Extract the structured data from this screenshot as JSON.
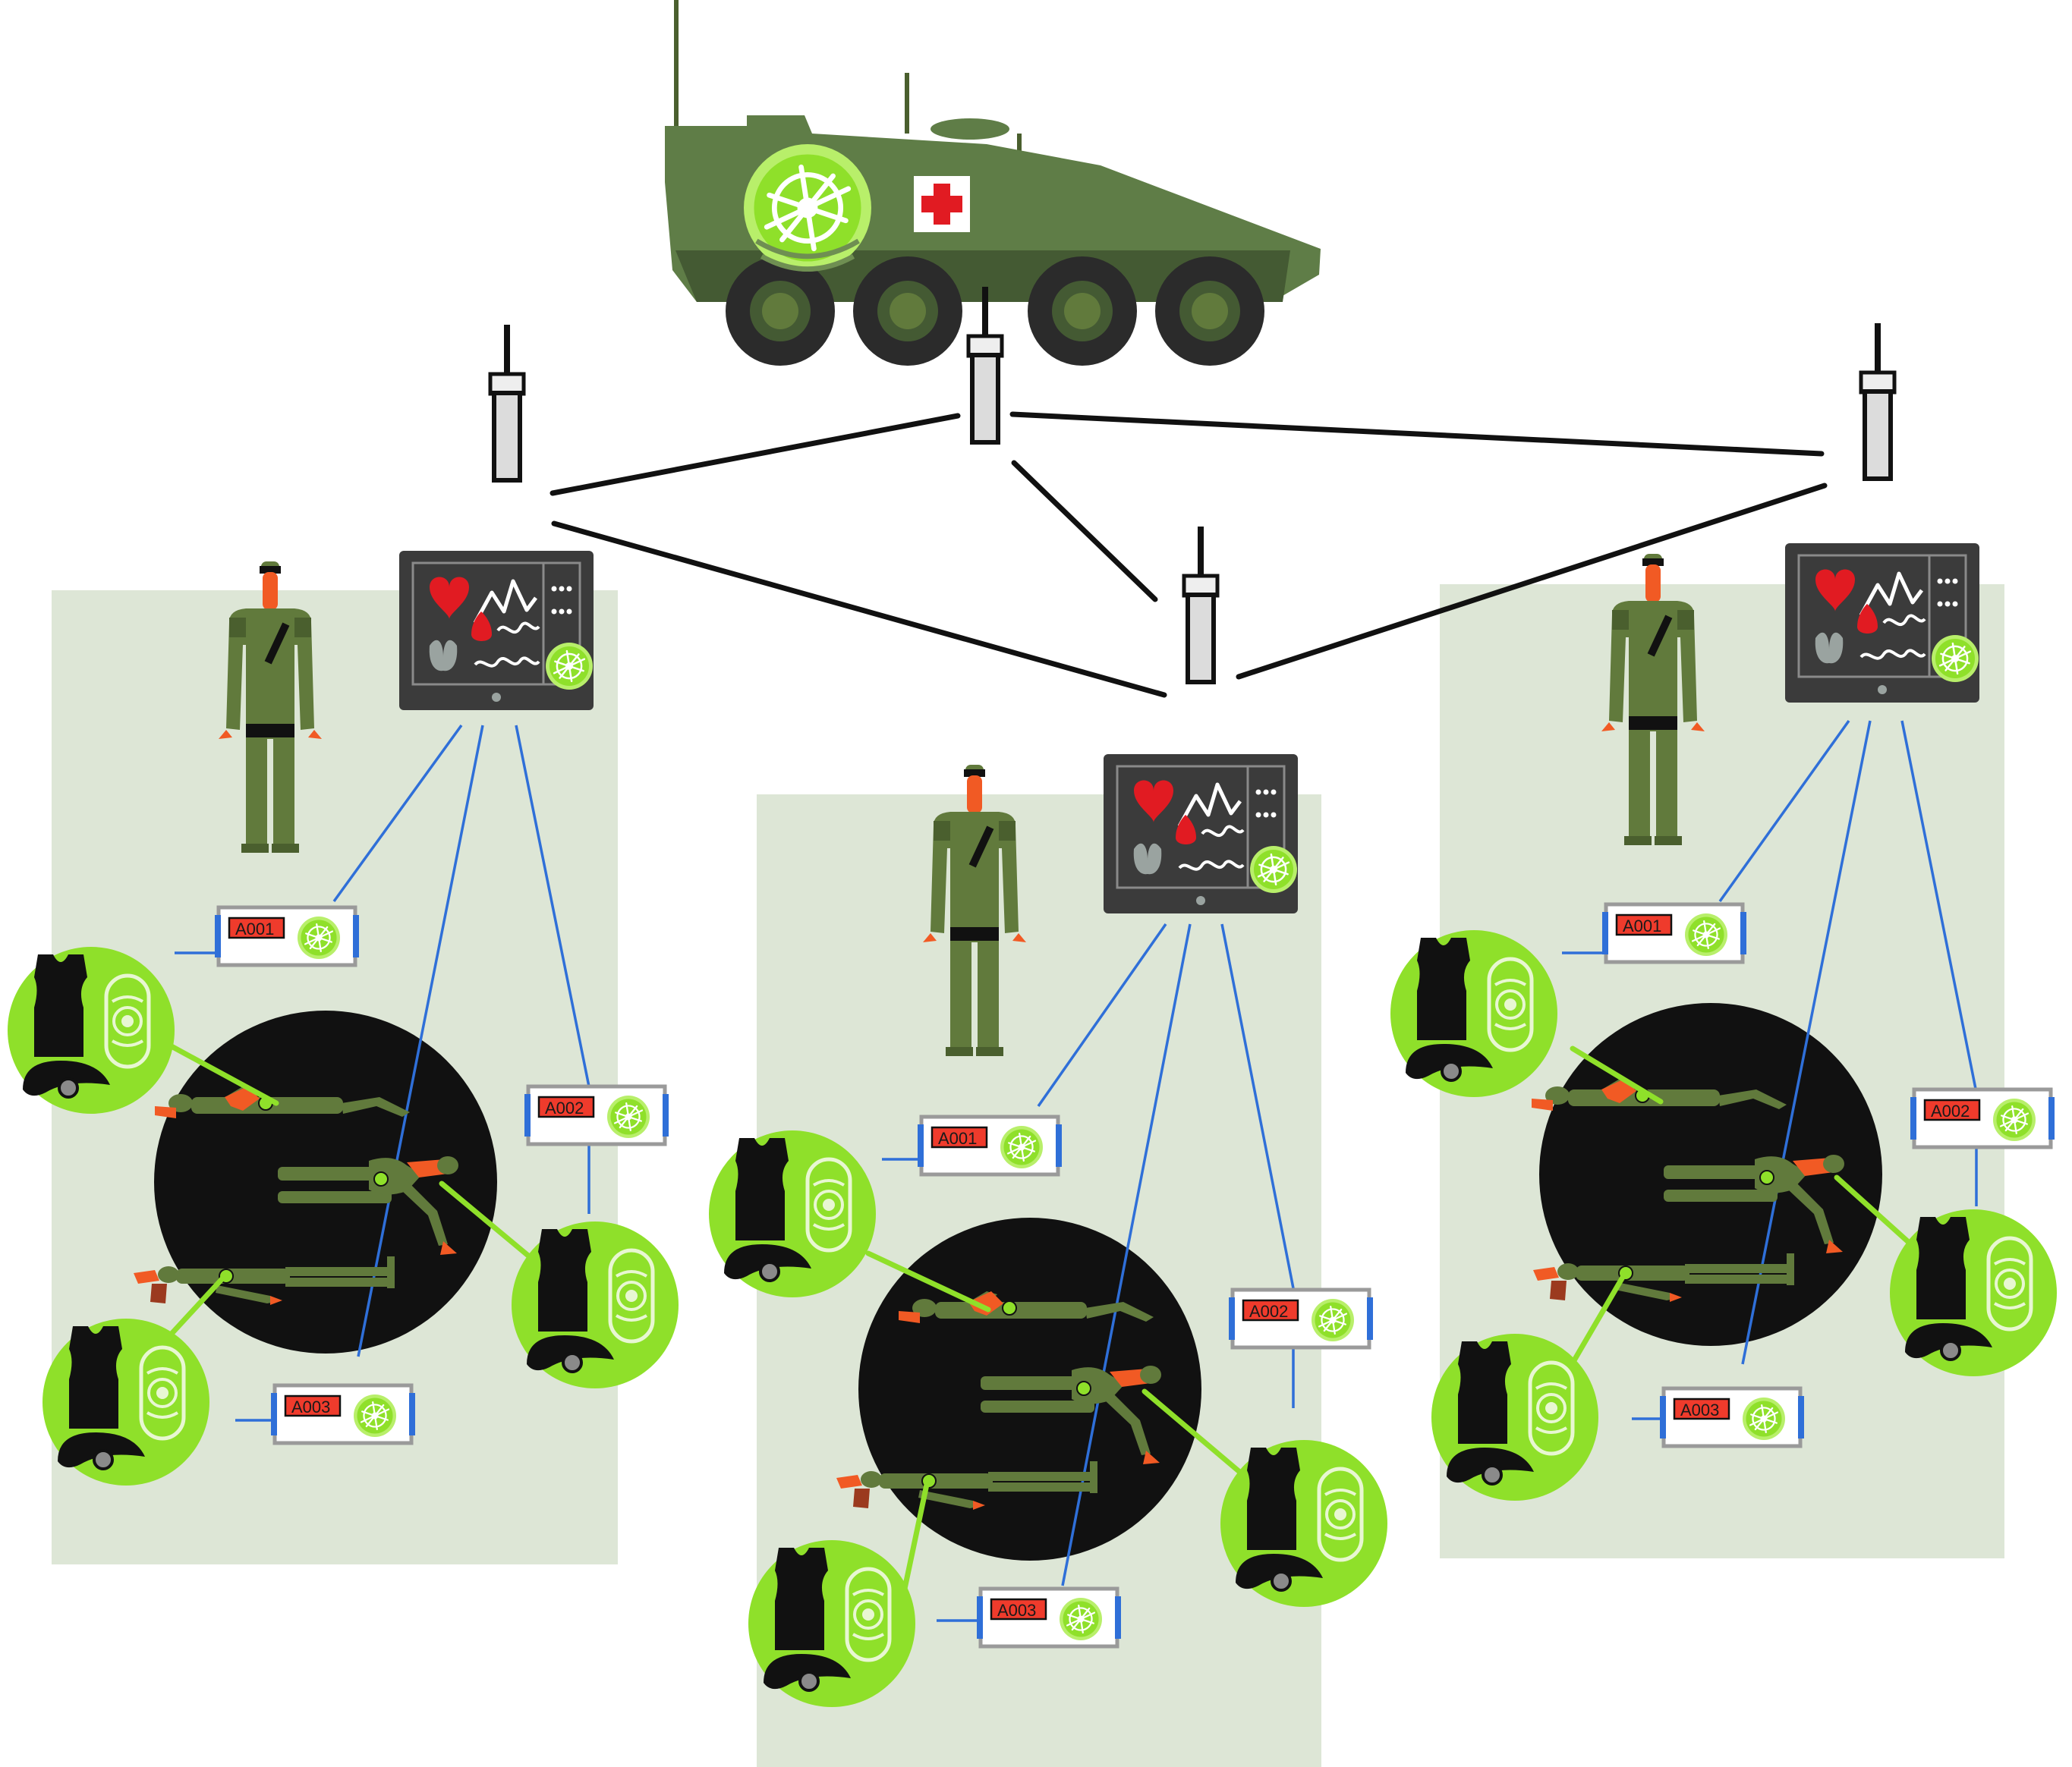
{
  "colors": {
    "background": "#ffffff",
    "zone": "#dde6d6",
    "olive": "#617a3c",
    "olive_dark": "#4a5f2e",
    "vehicle_body": "#5f7d47",
    "vehicle_dark": "#445a33",
    "lime": "#8fe02a",
    "lime_light": "#b8ef6a",
    "skin": "#f15a24",
    "black": "#111111",
    "monitor": "#3b3b3b",
    "radio": "#dcdcdc",
    "link_radio": "#111111",
    "link_sensor": "#2f6fd8",
    "link_patient": "#8fe02a",
    "red_cross": "#e11b22",
    "tag_red": "#ef3b2c"
  },
  "icons": {
    "vehicle": "medical-armored-vehicle-icon",
    "radio": "radio-relay-icon",
    "monitor": "vital-signs-monitor-icon",
    "medic": "medic-soldier-icon",
    "patient": "injured-soldier-icon",
    "sensor": "wearable-sensor-kit-icon",
    "tag": "patient-sensor-tag-icon",
    "hub": "network-hub-icon"
  },
  "tags": {
    "a001": "A001",
    "a002": "A002",
    "a003": "A003"
  }
}
